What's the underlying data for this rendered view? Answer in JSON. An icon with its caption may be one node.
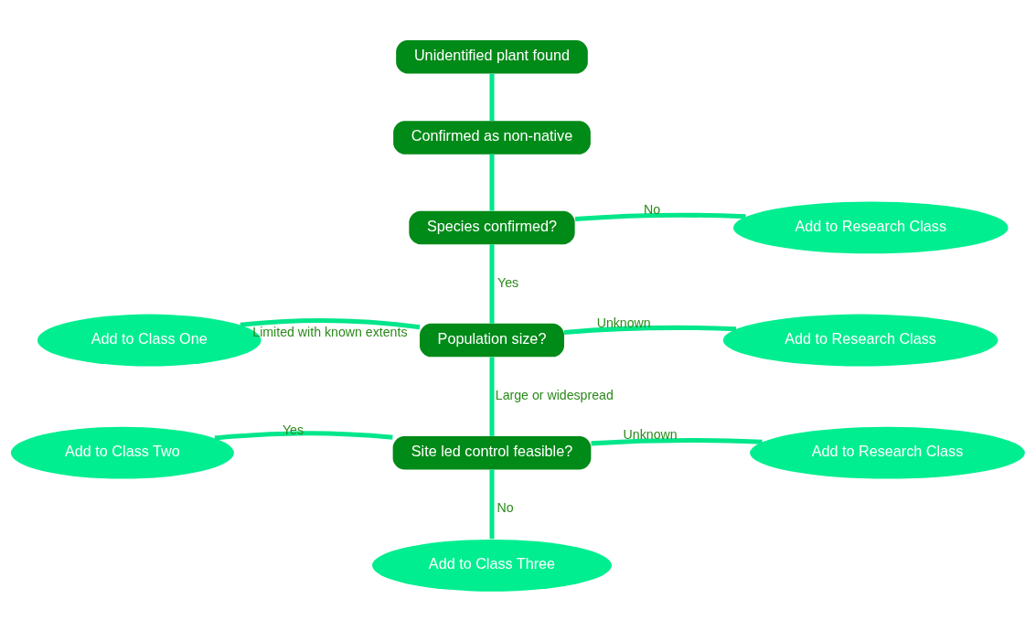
{
  "diagram": {
    "nodes": [
      {
        "text": [
          "Unidentified plant found"
        ]
      },
      {
        "text": [
          "Confirmed as non-native"
        ]
      },
      {
        "text": [
          "Species confirmed?"
        ]
      },
      {
        "text": [
          "Add to Research Class"
        ]
      },
      {
        "text": [
          "Add to Class One"
        ]
      },
      {
        "text": [
          "Population size?"
        ]
      },
      {
        "text": [
          "Add to Research Class"
        ]
      },
      {
        "text": [
          "Add to Class Two"
        ]
      },
      {
        "text": [
          "Site led control feasible?"
        ]
      },
      {
        "text": [
          "Add to Research Class"
        ]
      },
      {
        "text": [
          "Add to Class Three"
        ]
      }
    ],
    "edges": [
      {
        "from": 0,
        "to": 1,
        "arrow": "none"
      },
      {
        "from": 1,
        "to": 2,
        "arrow": "none"
      },
      {
        "from": 2,
        "to": 3,
        "arrow": "none",
        "label": "No"
      },
      {
        "from": 2,
        "to": 5,
        "arrow": "none",
        "label": "Yes"
      },
      {
        "from": 5,
        "to": 4,
        "arrow": "none",
        "label": "Limited with known extents"
      },
      {
        "from": 5,
        "to": 6,
        "arrow": "none",
        "label": "Unknown"
      },
      {
        "from": 5,
        "to": 8,
        "arrow": "none",
        "label": "Large or widespread"
      },
      {
        "from": 8,
        "to": 7,
        "arrow": "none",
        "label": "Yes"
      },
      {
        "from": 8,
        "to": 9,
        "arrow": "none",
        "label": "Unknown"
      },
      {
        "from": 8,
        "to": 10,
        "arrow": "none",
        "label": "No"
      }
    ]
  }
}
